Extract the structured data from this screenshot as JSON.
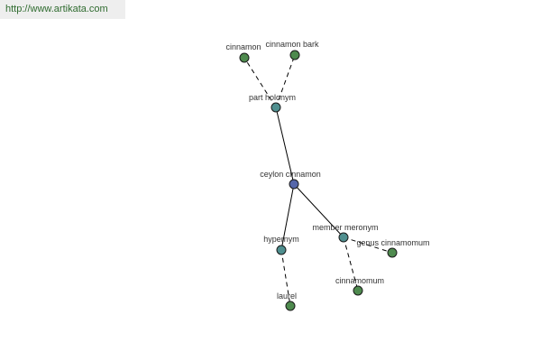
{
  "watermark": "http://www.artikata.com",
  "colors": {
    "center": "#5566aa",
    "relation": "#4f8f8f",
    "leaf": "#4e8a4e"
  },
  "nodes": {
    "center": "ceylon cinnamon",
    "part_holonym": "part holonym",
    "cinnamon": "cinnamon",
    "cinnamon_bark": "cinnamon bark",
    "hypernym": "hypernym",
    "laurel": "laurel",
    "member_meronym": "member meronym",
    "genus_cinnamomum": "genus cinnamomum",
    "cinnamomum": "cinnamomum"
  }
}
